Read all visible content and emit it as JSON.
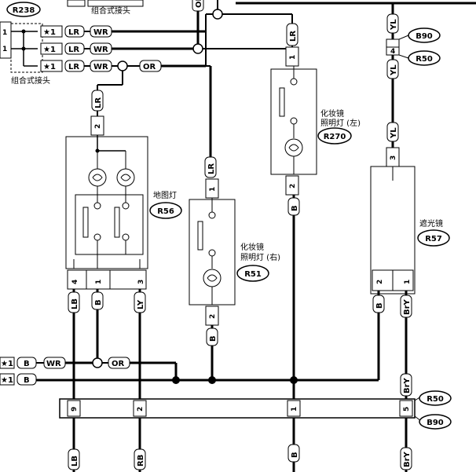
{
  "connectors": {
    "r238": "R238",
    "r56": "R56",
    "r51": "R51",
    "r270": "R270",
    "r57": "R57",
    "b90_top": "B90",
    "r50_top": "R50",
    "r50_bottom": "R50",
    "b90_bottom": "B90"
  },
  "labels": {
    "joint_connector": "组合式接头",
    "map_light": "地图灯",
    "vanity_light_right_1": "化妆镜",
    "vanity_light_right_2": "照明灯 (右)",
    "vanity_light_left_1": "化妆镜",
    "vanity_light_left_2": "照明灯 (左)",
    "sun_visor": "遮光镜",
    "star1": "★1"
  },
  "wires": {
    "LR": "LR",
    "WR": "WR",
    "OR": "OR",
    "YL": "YL",
    "B": "B",
    "LB": "LB",
    "LY": "LY",
    "BrY": "BrY",
    "RB": "RB"
  },
  "pins": {
    "p1": "1",
    "p2": "2",
    "p3": "3",
    "p4": "4",
    "p5": "5",
    "p9": "9"
  }
}
